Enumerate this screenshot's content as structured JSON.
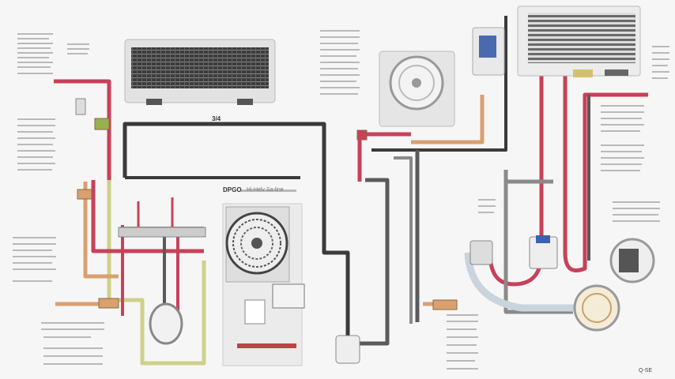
{
  "diagram": {
    "title_label": "DPGO",
    "subtitle_label": "Hi-Helv Sa-line",
    "pipe_label": "3/4",
    "corner_label": "Q-SE",
    "colors": {
      "background": "#f6f6f6",
      "suction_pipe": "#c9405a",
      "liquid_pipe": "#3a3a3a",
      "copper_pipe": "#d9a070",
      "yellow_pipe": "#cfd08a",
      "gray_pipe": "#8a8a8a",
      "unit_body": "#e2e2e2",
      "grille": "#3c3c3c"
    },
    "icons": [
      "indoor-unit-icon",
      "outdoor-fan-unit-icon",
      "thermostat-icon",
      "pressure-gauge-icon",
      "tank-icon",
      "valve-icon"
    ]
  }
}
